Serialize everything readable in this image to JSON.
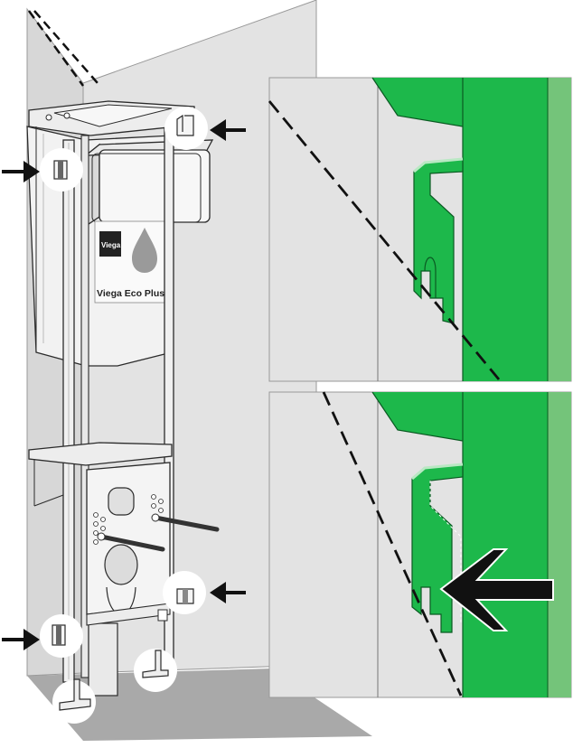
{
  "product_label": {
    "brand": "Viega",
    "name": "Viega Eco Plus"
  },
  "colors": {
    "wall": "#e3e3e3",
    "floor": "#a9a9a9",
    "frame_line": "#2b2b2b",
    "green_main": "#1db84b",
    "green_light": "#74c47a",
    "arrow": "#111111"
  },
  "callouts": [
    {
      "name": "top-left-bracket",
      "arrow_direction": "right"
    },
    {
      "name": "top-right-bracket",
      "arrow_direction": "left"
    },
    {
      "name": "bottom-left-bracket",
      "arrow_direction": "right"
    },
    {
      "name": "bottom-right-bracket",
      "arrow_direction": "left"
    }
  ],
  "detail_views": [
    {
      "name": "detail-before",
      "state": "bracket not inserted"
    },
    {
      "name": "detail-after",
      "state": "bracket inserted",
      "arrow_direction": "left"
    }
  ]
}
